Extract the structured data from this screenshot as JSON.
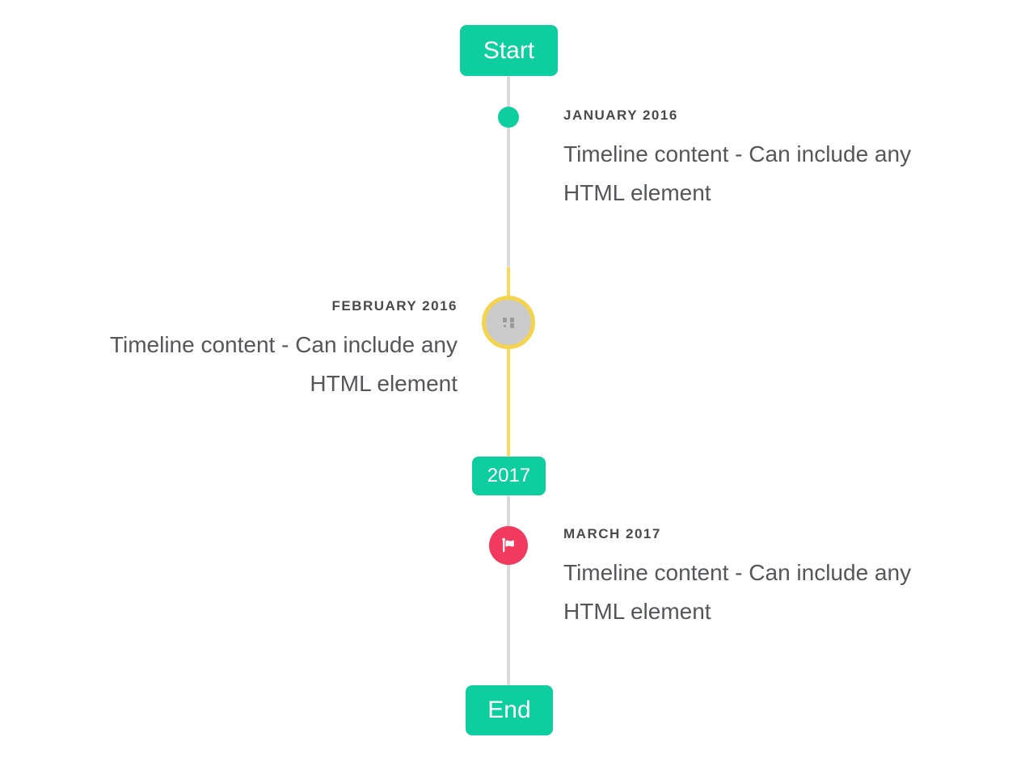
{
  "colors": {
    "accent_teal": "#0ecea0",
    "line_gray": "#dbdbdb",
    "line_yellow": "#f9da5c",
    "marker_yellow_border": "#f5d44d",
    "marker_gray_fill": "#cbcbcb",
    "marker_red": "#f2395e",
    "badge_text": "#ffffff",
    "title_text": "#4a4a4a",
    "content_text": "#54565a"
  },
  "timeline": {
    "start_label": "Start",
    "year_divider_label": "2017",
    "end_label": "End",
    "items": [
      {
        "title": "JANUARY 2016",
        "side": "right",
        "marker": "teal-dot",
        "content_lines": [
          "Timeline content - Can include any",
          "HTML element"
        ]
      },
      {
        "title": "FEBRUARY 2016",
        "side": "left",
        "marker": "gray-circle-yellow-border-broken-image",
        "content_lines": [
          "Timeline content - Can include any",
          "HTML element"
        ]
      },
      {
        "title": "MARCH 2017",
        "side": "right",
        "marker": "red-flag-circle",
        "content_lines": [
          "Timeline content - Can include any",
          "HTML element"
        ]
      }
    ]
  }
}
